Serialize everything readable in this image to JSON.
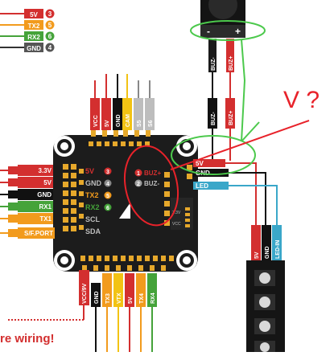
{
  "top_left_pads": [
    {
      "label": "5V",
      "num": "3",
      "color": "#d32f2f"
    },
    {
      "label": "TX2",
      "num": "5",
      "color": "#f29b1d"
    },
    {
      "label": "RX2",
      "num": "6",
      "color": "#45a33a"
    },
    {
      "label": "GND",
      "num": "4",
      "color": "#555555"
    }
  ],
  "buzzer": {
    "minus": "-",
    "plus": "+",
    "lead_labels": [
      "BUZ-",
      "BUZ+"
    ],
    "pin_labels": [
      "BUZ-",
      "BUZ+"
    ]
  },
  "top_pins": [
    "VCC",
    "5V",
    "GND",
    "CAM",
    "S5",
    "S6"
  ],
  "left_wires": [
    "3.3V",
    "5V",
    "GND",
    "RX1",
    "TX1",
    "S/F.PORT"
  ],
  "board": {
    "left_labels": [
      {
        "text": "5V",
        "num": "3"
      },
      {
        "text": "GND",
        "num": "4"
      },
      {
        "text": "TX2",
        "num": "5"
      },
      {
        "text": "RX2",
        "num": "6"
      },
      {
        "text": "SCL",
        "num": ""
      },
      {
        "text": "SDA",
        "num": ""
      }
    ],
    "buz_labels": [
      {
        "num": "1",
        "text": "BUZ+"
      },
      {
        "num": "2",
        "text": "BUZ-"
      }
    ],
    "small_labels": [
      "3.3V",
      "VCC"
    ]
  },
  "right_outputs": [
    "5V",
    "GND",
    "LED"
  ],
  "bottom_pins": [
    "VCC/9V",
    "GND",
    "TX3",
    "VTX",
    "5V",
    "TX4",
    "RX4"
  ],
  "led_strip": {
    "pins": [
      "5V",
      "GND",
      "LED-IN"
    ]
  },
  "annotation": {
    "question": "V ?"
  },
  "footer_text": "re wiring!",
  "colors": {
    "red": "#d32f2f",
    "orange": "#f29b1d",
    "green": "#45a33a",
    "gray": "#555555",
    "black": "#111111",
    "yellow": "#f2c314",
    "teal": "#3aa7c9",
    "annotation_green": "#4cc94c",
    "annotation_red": "#e8222a"
  }
}
